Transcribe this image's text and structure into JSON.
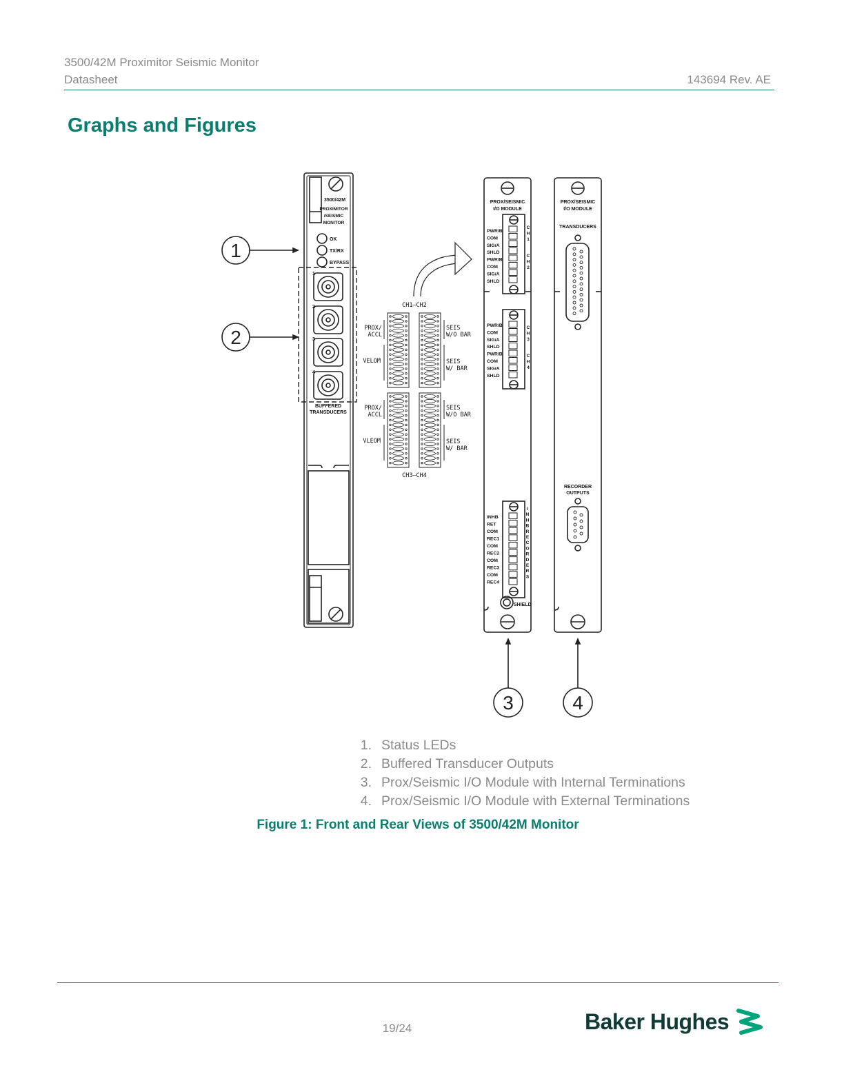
{
  "header": {
    "doc_title": "3500/42M Proximitor Seismic Monitor",
    "doc_type": "Datasheet",
    "doc_number": "143694 Rev. AE"
  },
  "section_title": "Graphs and Figures",
  "figure": {
    "front_panel": {
      "model": "3500/42M",
      "name_lines": [
        "PROXIMITOR",
        "/SEISMIC",
        "MONITOR"
      ],
      "leds": [
        "OK",
        "TX/RX",
        "BYPASS"
      ],
      "channels": [
        "1",
        "2",
        "3",
        "4"
      ],
      "buffered_label": [
        "BUFFERED",
        "TRANSDUCERS"
      ]
    },
    "jumper_blocks": {
      "ch12_label": "CH1—CH2",
      "ch34_label": "CH3—CH4",
      "top_left_labels": [
        "PROX/",
        "ACCL",
        "VELOM"
      ],
      "top_right_labels": [
        "SEIS",
        "W/O BAR",
        "SEIS",
        "W/ BAR"
      ],
      "bottom_left_labels": [
        "PROX/",
        "ACCL",
        "VLEOM"
      ],
      "bottom_right_labels": [
        "SEIS",
        "W/O BAR",
        "SEIS",
        "W/ BAR"
      ]
    },
    "internal_module": {
      "title_lines": [
        "PROX/SEISMIC",
        "I/O MODULE"
      ],
      "terminals_ch12": [
        "PWR/B",
        "COM",
        "SIG/A",
        "SHLD",
        "PWR/B",
        "COM",
        "SIG/A",
        "SHLD"
      ],
      "terminals_ch34": [
        "PWR/B",
        "COM",
        "SIG/A",
        "SHLD",
        "PWR/B",
        "COM",
        "SIG/A",
        "SHLD"
      ],
      "side_ch1": [
        "C",
        "H",
        "1"
      ],
      "side_ch2": [
        "C",
        "H",
        "2"
      ],
      "side_ch3": [
        "C",
        "H",
        "3"
      ],
      "side_ch4": [
        "C",
        "H",
        "4"
      ],
      "terminals_rec": [
        "INHB",
        "RET",
        "COM",
        "REC1",
        "COM",
        "REC2",
        "COM",
        "REC3",
        "COM",
        "REC4"
      ],
      "side_rec": [
        "I",
        "N",
        "H",
        "B",
        "R",
        "E",
        "C",
        "O",
        "R",
        "D",
        "E",
        "R",
        "S"
      ],
      "shield_label": "SHIELD"
    },
    "external_module": {
      "title_lines": [
        "PROX/SEISMIC",
        "I/O MODULE"
      ],
      "transducers_label": "TRANSDUCERS",
      "recorder_label": [
        "RECORDER",
        "OUTPUTS"
      ]
    },
    "callouts": [
      "1",
      "2",
      "3",
      "4"
    ]
  },
  "legend": [
    {
      "num": "1.",
      "text": "Status LEDs"
    },
    {
      "num": "2.",
      "text": "Buffered Transducer Outputs"
    },
    {
      "num": "3.",
      "text": "Prox/Seismic I/O Module with Internal Terminations"
    },
    {
      "num": "4.",
      "text": "Prox/Seismic I/O Module with External Terminations"
    }
  ],
  "caption": "Figure 1:  Front and Rear Views of 3500/42M Monitor",
  "footer": {
    "page": "19/24",
    "brand": "Baker Hughes"
  },
  "colors": {
    "accent": "#0b7d6e",
    "gray_text": "#8a8a8a",
    "brand_dark": "#0f3a35",
    "brand_green": "#00a37a"
  }
}
